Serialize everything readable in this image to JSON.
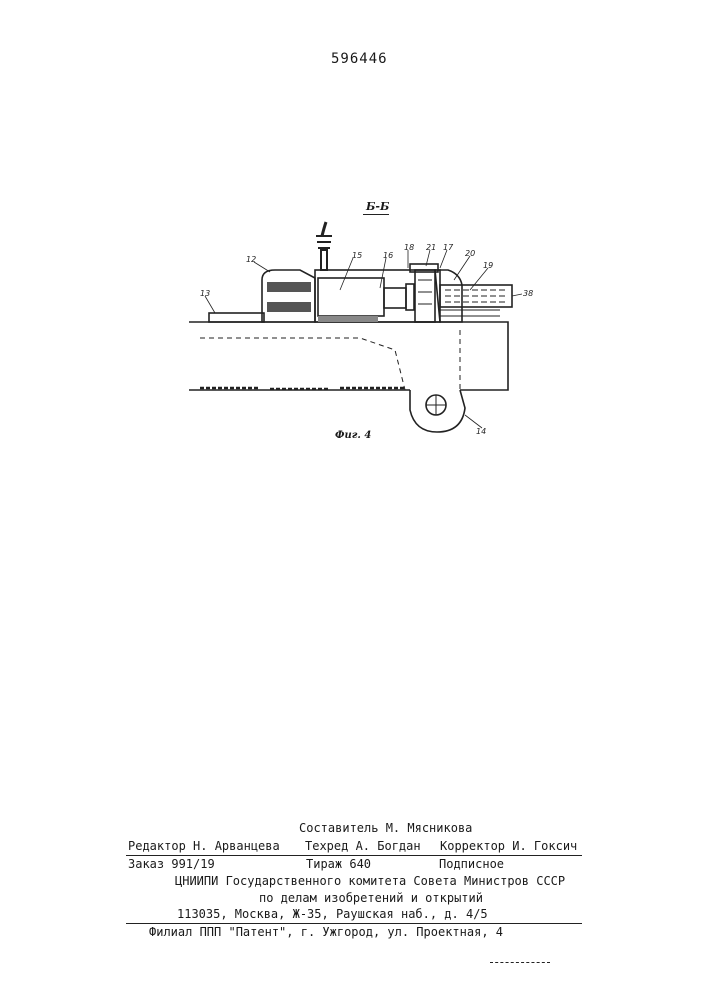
{
  "header": {
    "patent_number": "596446"
  },
  "figure": {
    "section_label": "Б-Б",
    "caption": "Фиг. 4",
    "part_labels": [
      "12",
      "15",
      "16",
      "18",
      "21",
      "17",
      "20",
      "19",
      "13",
      "14",
      "38"
    ]
  },
  "footer": {
    "editor": "Редактор Н. Арванцева",
    "compiler": "Составитель М. Мясникова",
    "techred": "Техред А. Богдан",
    "corrector": "Корректор И. Гоксич",
    "order": "Заказ 991/19",
    "circulation": "Тираж 640",
    "subscription": "Подписное",
    "institute": "ЦНИИПИ Государственного комитета Совета Министров СССР",
    "department": "по делам изобретений и открытий",
    "address": "113035, Москва, Ж-35, Раушская наб., д. 4/5",
    "branch": "Филиал ППП \"Патент\", г. Ужгород, ул. Проектная, 4"
  }
}
